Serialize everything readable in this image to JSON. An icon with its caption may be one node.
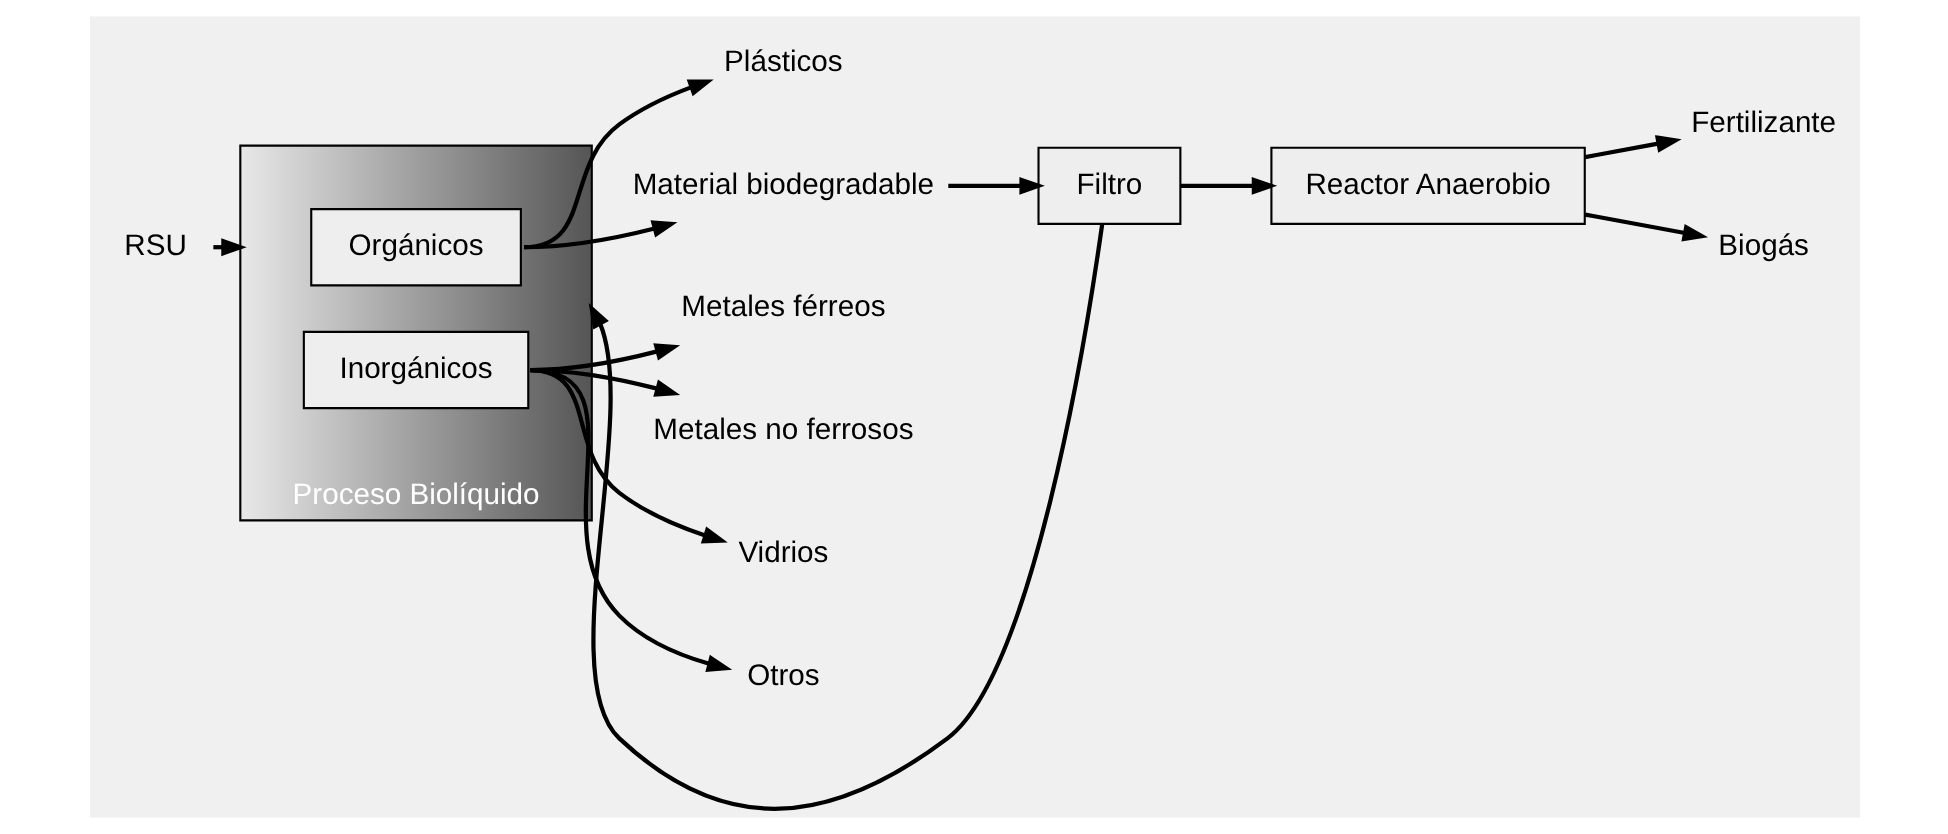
{
  "diagram": {
    "nodes": [
      {
        "text": [
          "Proceso Biolíquido"
        ]
      },
      {
        "text": [
          "Orgánicos"
        ],
        "in": 0
      },
      {
        "text": [
          "Inorgánicos"
        ],
        "in": 0
      },
      {
        "text": [
          "RSU"
        ]
      },
      {
        "text": [
          "Plásticos"
        ]
      },
      {
        "text": [
          "Material biodegradable"
        ]
      },
      {
        "text": [
          "Filtro"
        ]
      },
      {
        "text": [
          "Reactor Anaerobio"
        ]
      },
      {
        "text": [
          "Fertilizante"
        ]
      },
      {
        "text": [
          "Biogás"
        ]
      },
      {
        "text": [
          "Metales férreos"
        ]
      },
      {
        "text": [
          "Metales no ferrosos"
        ]
      },
      {
        "text": [
          "Vidrios"
        ]
      },
      {
        "text": [
          "Otros"
        ]
      }
    ],
    "edges": [
      {
        "from": 3,
        "to": 0,
        "arrow": "to"
      },
      {
        "from": 1,
        "to": 4,
        "arrow": "to"
      },
      {
        "from": 1,
        "to": 5,
        "arrow": "to"
      },
      {
        "from": 5,
        "to": 6,
        "arrow": "to"
      },
      {
        "from": 6,
        "to": 0,
        "arrow": "to"
      },
      {
        "from": 6,
        "to": 7,
        "arrow": "to"
      },
      {
        "from": 7,
        "to": 8,
        "arrow": "to"
      },
      {
        "from": 7,
        "to": 9,
        "arrow": "to"
      },
      {
        "from": 2,
        "to": 10,
        "arrow": "to"
      },
      {
        "from": 2,
        "to": 11,
        "arrow": "to"
      },
      {
        "from": 2,
        "to": 12,
        "arrow": "to"
      },
      {
        "from": 2,
        "to": 13,
        "arrow": "to"
      }
    ]
  }
}
